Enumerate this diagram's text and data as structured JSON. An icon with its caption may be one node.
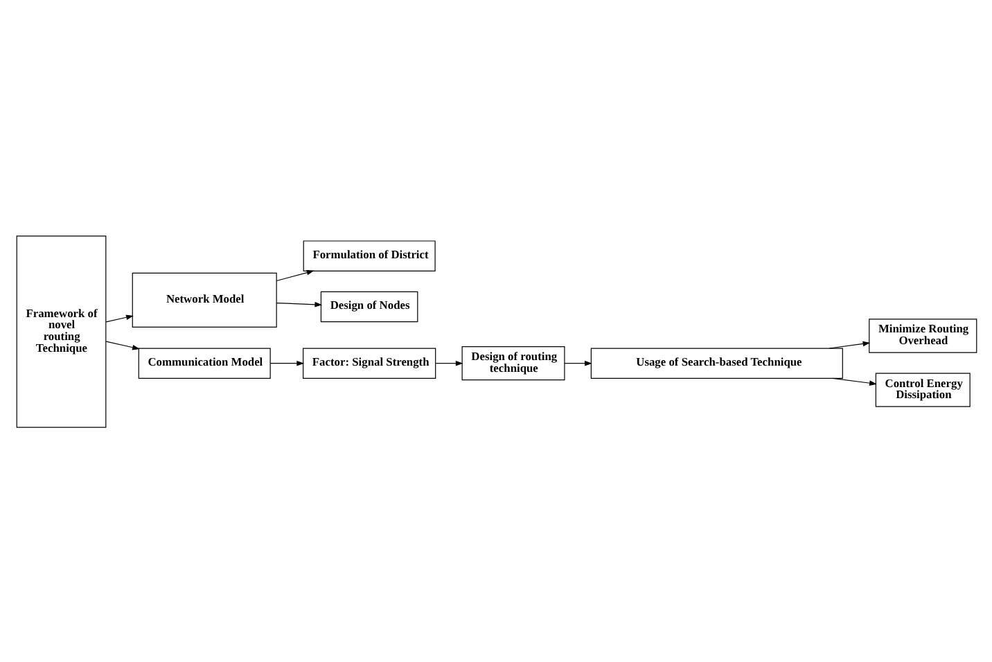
{
  "diagram": {
    "nodes": [
      {
        "text": [
          "Framework of novel routing Technique"
        ]
      },
      {
        "text": [
          "Network Model"
        ]
      },
      {
        "text": [
          "Formulation of District"
        ]
      },
      {
        "text": [
          "Design of Nodes"
        ]
      },
      {
        "text": [
          "Communication Model"
        ]
      },
      {
        "text": [
          "Factor: Signal Strength"
        ]
      },
      {
        "text": [
          "Design of routing technique"
        ]
      },
      {
        "text": [
          "Usage of Search-based Technique"
        ]
      },
      {
        "text": [
          "Minimize Routing Overhead"
        ]
      },
      {
        "text": [
          "Control Energy Dissipation"
        ]
      }
    ],
    "edges": [
      {
        "from": 0,
        "to": 1,
        "arrow": "to"
      },
      {
        "from": 1,
        "to": 2,
        "arrow": "to"
      },
      {
        "from": 1,
        "to": 3,
        "arrow": "to"
      },
      {
        "from": 0,
        "to": 4,
        "arrow": "to"
      },
      {
        "from": 4,
        "to": 5,
        "arrow": "to"
      },
      {
        "from": 5,
        "to": 6,
        "arrow": "to"
      },
      {
        "from": 6,
        "to": 7,
        "arrow": "to"
      },
      {
        "from": 7,
        "to": 8,
        "arrow": "to"
      },
      {
        "from": 7,
        "to": 9,
        "arrow": "to"
      }
    ]
  }
}
